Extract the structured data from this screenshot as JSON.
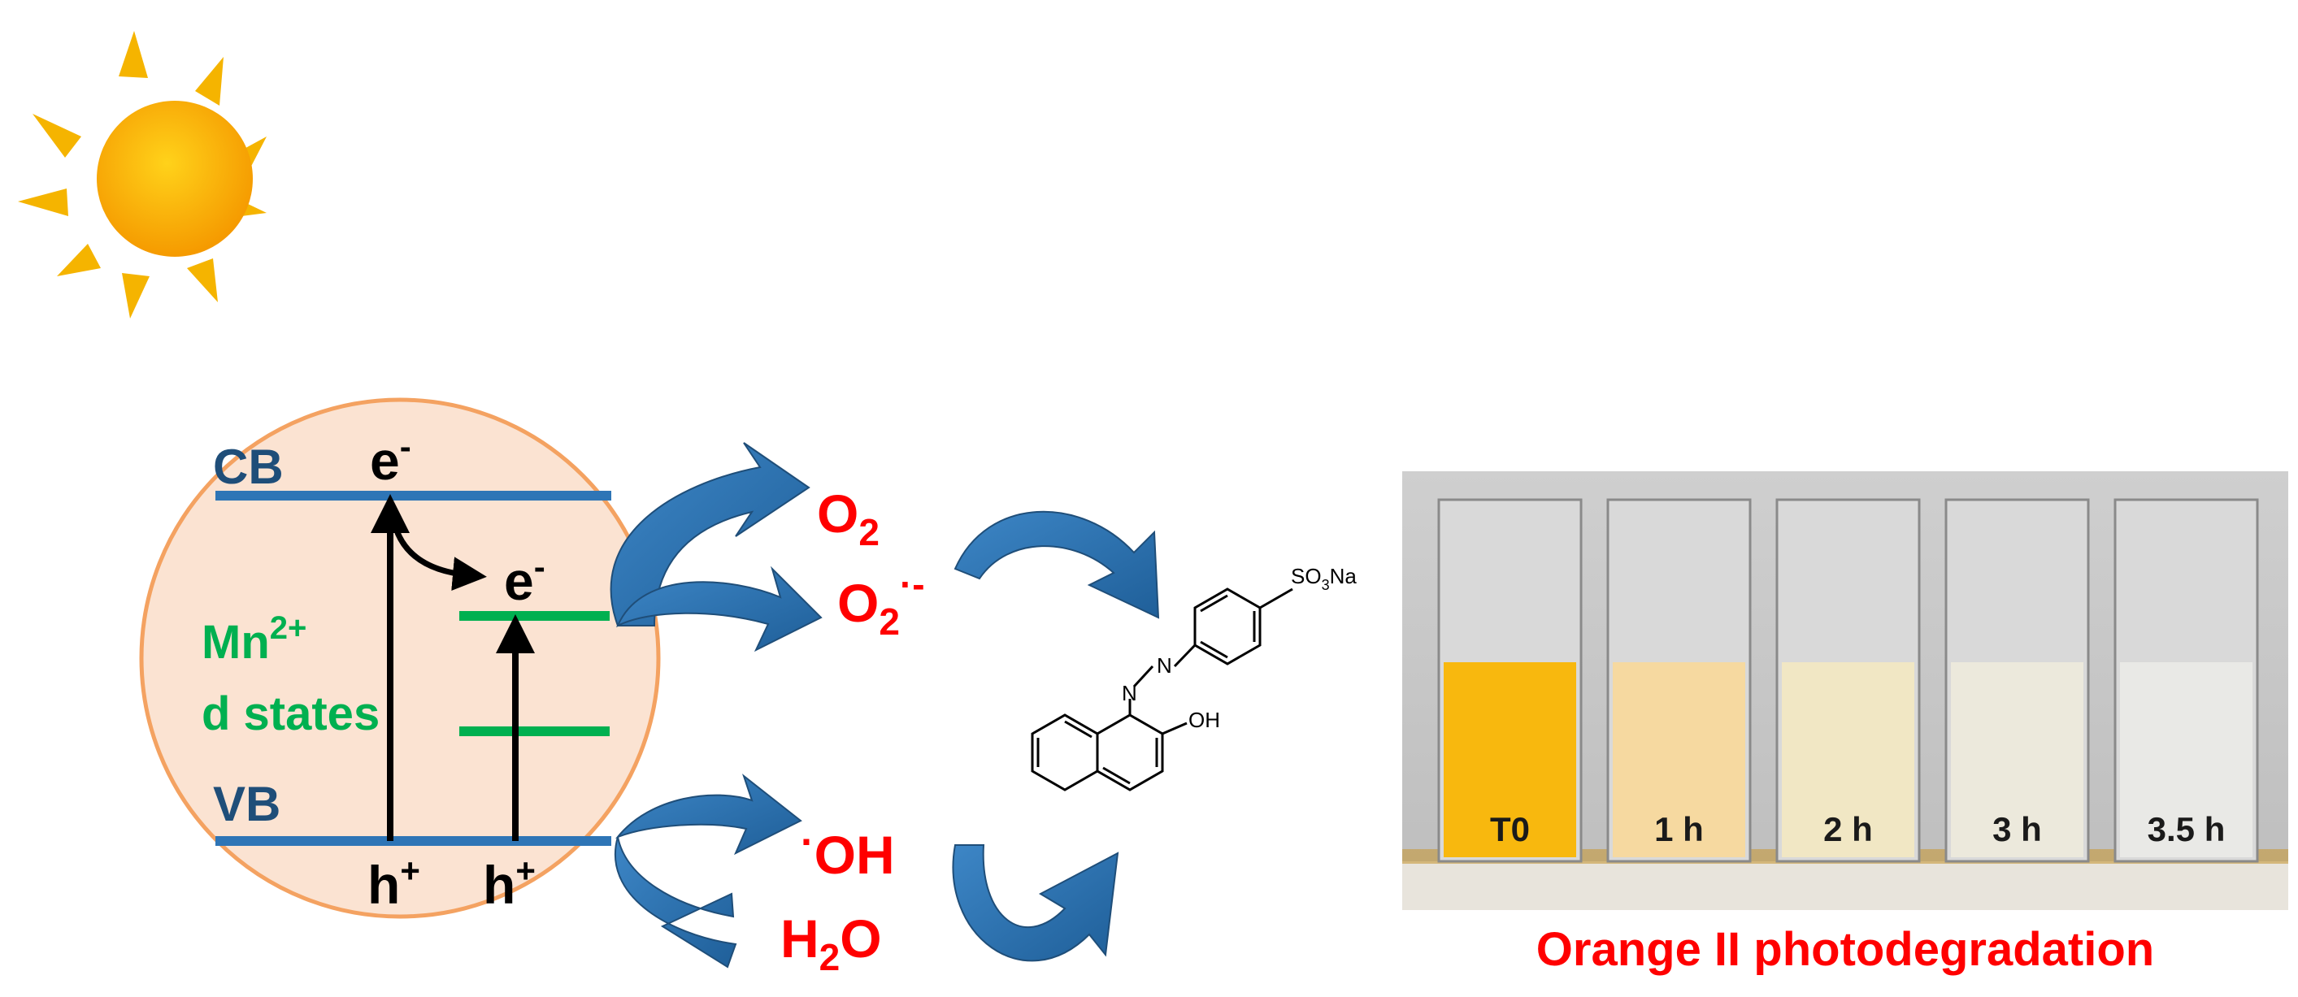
{
  "band_diagram": {
    "cb_label": "CB",
    "vb_label": "VB",
    "electron": "e",
    "electron_charge": "-",
    "hole": "h",
    "hole_charge": "+",
    "mn_base": "Mn",
    "mn_charge": "2+",
    "d_states": "d states"
  },
  "species": {
    "oxygen_base": "O",
    "oxygen_sub": "2",
    "superoxide_base": "O",
    "superoxide_sub": "2",
    "superoxide_charge": "·-",
    "hydroxyl_dot": "·",
    "hydroxyl": "OH",
    "water_h": "H",
    "water_sub": "2",
    "water_o": "O"
  },
  "molecule": {
    "so3na_a": "SO",
    "so3na_sub": "3",
    "so3na_b": "Na",
    "azo_n": "N",
    "hydroxy": "OH"
  },
  "vials": [
    {
      "label": "T0",
      "fill": "#f8b80e"
    },
    {
      "label": "1 h",
      "fill": "#f6d9a0"
    },
    {
      "label": "2 h",
      "fill": "#f1e7c4"
    },
    {
      "label": "3 h",
      "fill": "#ece9dc"
    },
    {
      "label": "3.5 h",
      "fill": "#e9e9e6"
    }
  ],
  "caption": "Orange II photodegradation",
  "colors": {
    "band": "#2e75b6",
    "dstate": "#00b050",
    "particle_fill": "#fbe3d2",
    "particle_stroke": "#f4a261",
    "arrow_blue": "#2e75b6",
    "sun": "#f5a300"
  }
}
